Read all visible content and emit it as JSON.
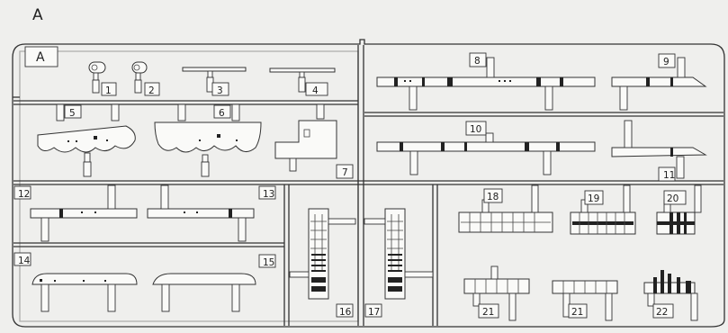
{
  "sheet_title": "A",
  "sprue_letter": "A",
  "part_numbers": {
    "p1": "1",
    "p2": "2",
    "p3": "3",
    "p4": "4",
    "p5": "5",
    "p6": "6",
    "p7": "7",
    "p8": "8",
    "p9": "9",
    "p10": "10",
    "p11": "11",
    "p12": "12",
    "p13": "13",
    "p14": "14",
    "p15": "15",
    "p16": "16",
    "p17": "17",
    "p18": "18",
    "p19": "19",
    "p20": "20",
    "p21a": "21",
    "p21b": "21",
    "p22": "22"
  }
}
